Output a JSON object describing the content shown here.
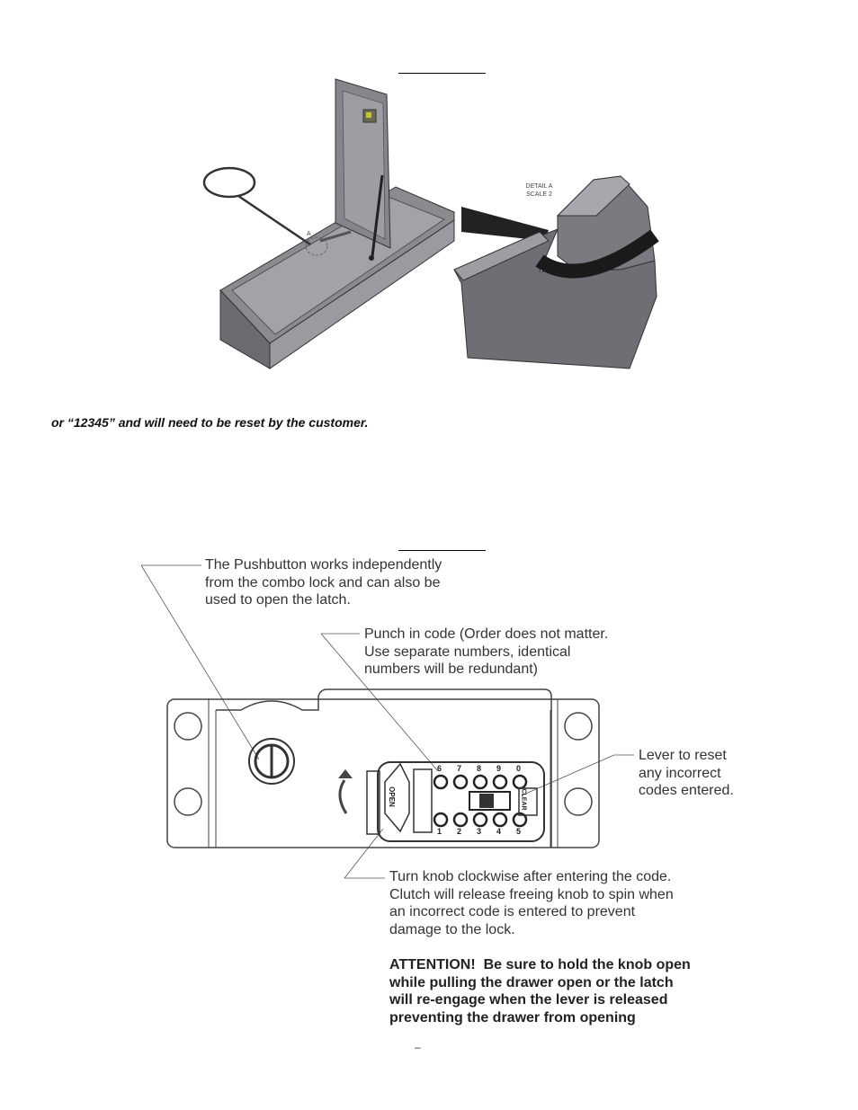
{
  "top_figure": {
    "detail_label_line1": "DETAIL  A",
    "detail_label_line2": "SCALE 2",
    "callout_letter": "A"
  },
  "note": {
    "text": "or “12345” and will need to be reset by the customer."
  },
  "lock_figure": {
    "callouts": {
      "pushbutton": "The Pushbutton works independently\nfrom the combo lock and can also be\nused to open the latch.",
      "punch_code": "Punch in code (Order does not matter.\nUse separate numbers, identical\nnumbers will be redundant)",
      "lever": "Lever to reset\nany incorrect\ncodes entered.",
      "turn_knob": "Turn knob clockwise after entering the code.\nClutch will release freeing knob to spin when\nan incorrect code is entered to prevent\ndamage to the lock.",
      "attention": "ATTENTION!  Be sure to hold the knob open\nwhile pulling the drawer open or the latch\nwill re-engage when the lever is released\npreventing the drawer from opening"
    },
    "keypad_top_numbers": [
      "6",
      "7",
      "8",
      "9",
      "0"
    ],
    "keypad_bottom_numbers": [
      "1",
      "2",
      "3",
      "4",
      "5"
    ],
    "knob_label": "OPEN",
    "lever_label": "CLEAR"
  },
  "footer": {
    "page_mark": "–"
  }
}
